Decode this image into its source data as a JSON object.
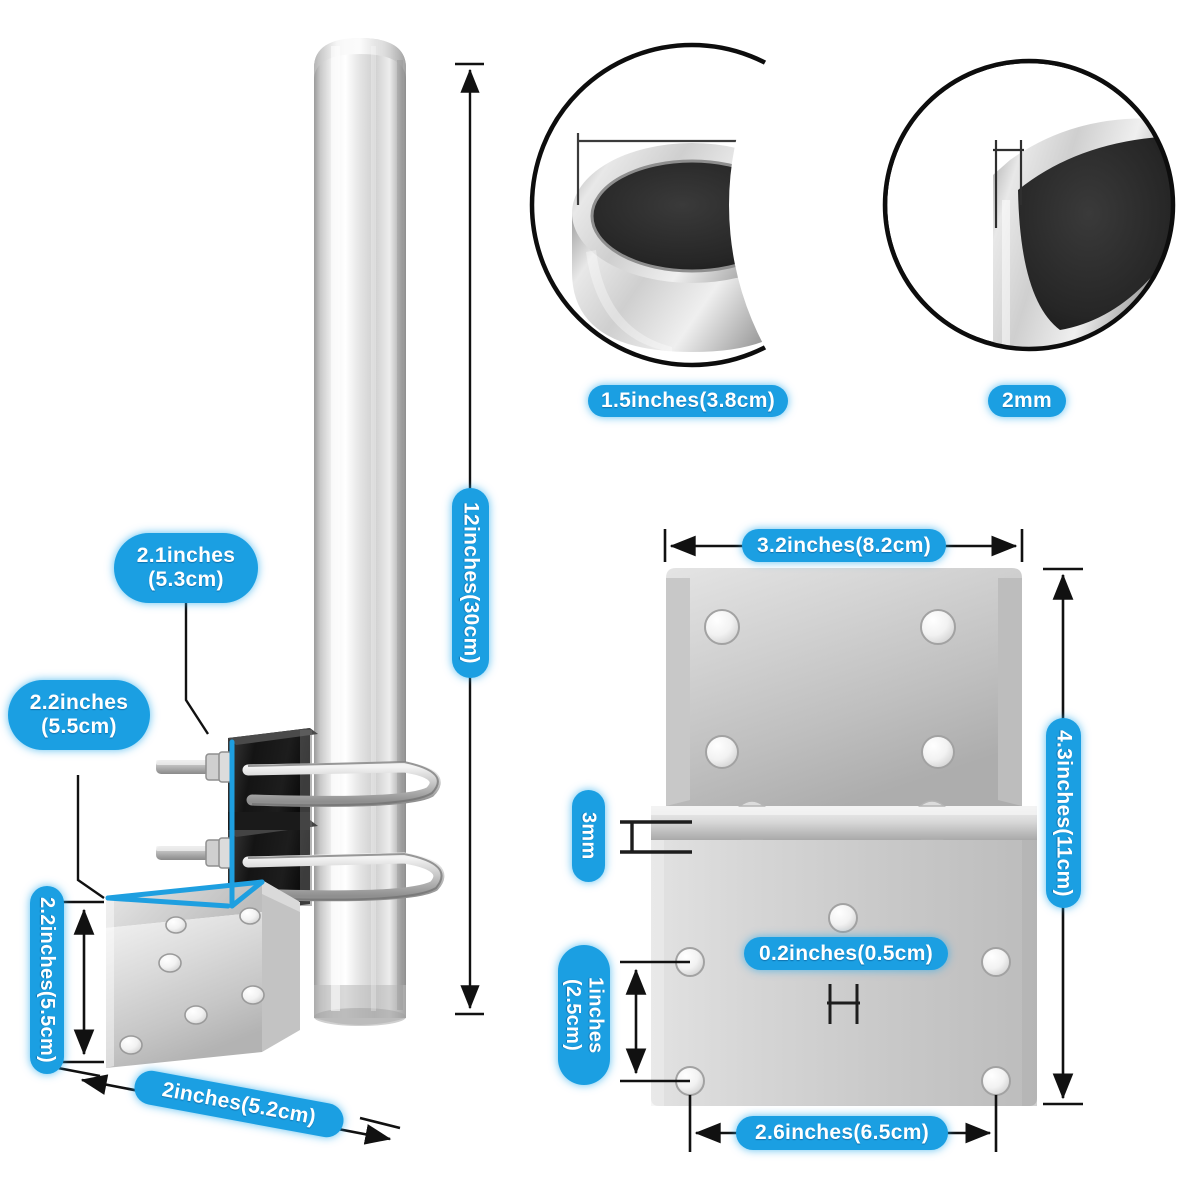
{
  "image": {
    "kind": "product-dimension-diagram",
    "subject": "Antenna mounting pole with J-bracket and L mounting plate",
    "background_color": "#ffffff",
    "label_color": "#1b9fe2",
    "label_text_color": "#ffffff",
    "line_color": "#111111",
    "highlight_color": "#1e9fe0"
  },
  "labels": {
    "pole_length": "12inches(30cm)",
    "pole_inner_diameter": "1.5inches(3.8cm)",
    "pole_wall_thickness": "2mm",
    "clamp_width": "2.1inches\n(5.3cm)",
    "clamp_depth": "2.2inches\n(5.5cm)",
    "plate_height": "2.2inches(5.5cm)",
    "plate_depth": "2inches(5.2cm)",
    "bracket_width": "3.2inches(8.2cm)",
    "bracket_height": "4.3inches(11cm)",
    "bracket_thickness": "3mm",
    "hole_diameter": "0.2inches(0.5cm)",
    "hole_spacing": "1inches\n(2.5cm)",
    "bracket_bottom_width": "2.6inches(6.5cm)"
  },
  "callouts": [
    {
      "name": "pipe-opening-detail",
      "caption": "1.5inches(3.8cm)"
    },
    {
      "name": "pipe-wall-detail",
      "caption": "2mm"
    }
  ],
  "parts": [
    {
      "name": "mounting-pole",
      "description": "aluminum tube 12 inches long"
    },
    {
      "name": "u-bolt-clamp",
      "description": "black clamp with two u-bolts"
    },
    {
      "name": "wall-mount-plate",
      "description": "perforated steel plate"
    },
    {
      "name": "l-bracket",
      "description": "right angle bracket with bolt holes"
    }
  ]
}
